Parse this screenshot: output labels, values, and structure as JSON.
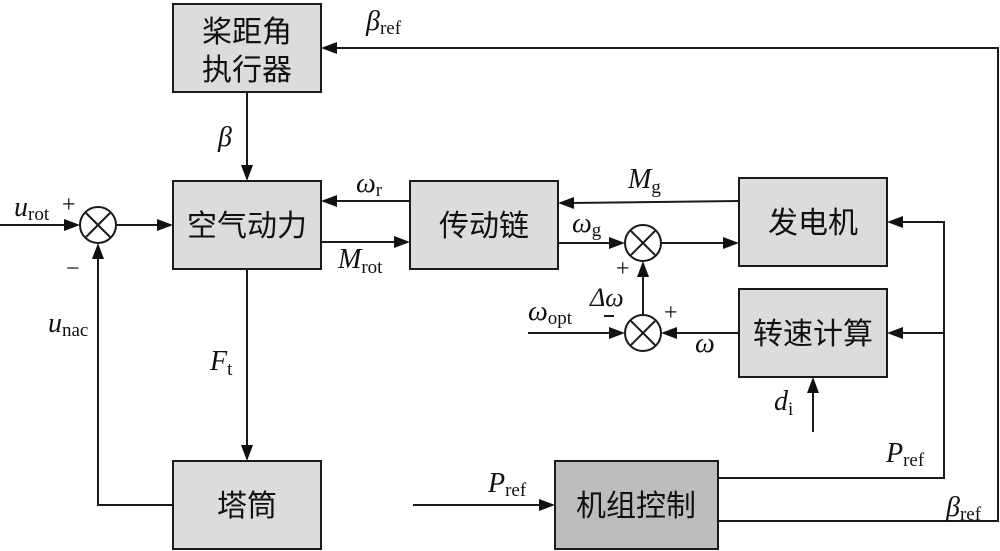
{
  "blocks": {
    "pitch_actuator": {
      "line1": "桨距角",
      "line2": "执行器"
    },
    "aerodynamics": "空气动力",
    "drivetrain": "传动链",
    "generator": "发电机",
    "speed_calc": "转速计算",
    "tower": "塔筒",
    "turbine_control": "机组控制"
  },
  "signals": {
    "beta_ref_top": {
      "main": "β",
      "sub": "ref"
    },
    "beta": {
      "main": "β"
    },
    "u_rot": {
      "main": "u",
      "sub": "rot"
    },
    "u_nac": {
      "main": "u",
      "sub": "nac"
    },
    "omega_r": {
      "main": "ω",
      "sub": "r"
    },
    "M_rot": {
      "main": "M",
      "sub": "rot"
    },
    "M_g": {
      "main": "M",
      "sub": "g"
    },
    "omega_g": {
      "main": "ω",
      "sub": "g"
    },
    "omega_opt": {
      "main": "ω",
      "sub": "opt"
    },
    "delta_omega": {
      "main": "Δω"
    },
    "omega": {
      "main": "ω"
    },
    "F_t": {
      "main": "F",
      "sub": "t"
    },
    "d_i": {
      "main": "d",
      "sub": "i"
    },
    "P_ref_in": {
      "main": "P",
      "sub": "ref"
    },
    "P_ref_out": {
      "main": "P",
      "sub": "ref"
    },
    "beta_ref_out": {
      "main": "β",
      "sub": "ref"
    }
  },
  "signs": {
    "sum1_plus": "+",
    "sum1_minus": "−",
    "sum2_plus": "+",
    "sum3_plus": "+",
    "sum3_minus": "−"
  },
  "colors": {
    "block_fill": "#dcdcdc",
    "control_block_fill": "#bdbdbd",
    "line": "#1a1a1a"
  }
}
